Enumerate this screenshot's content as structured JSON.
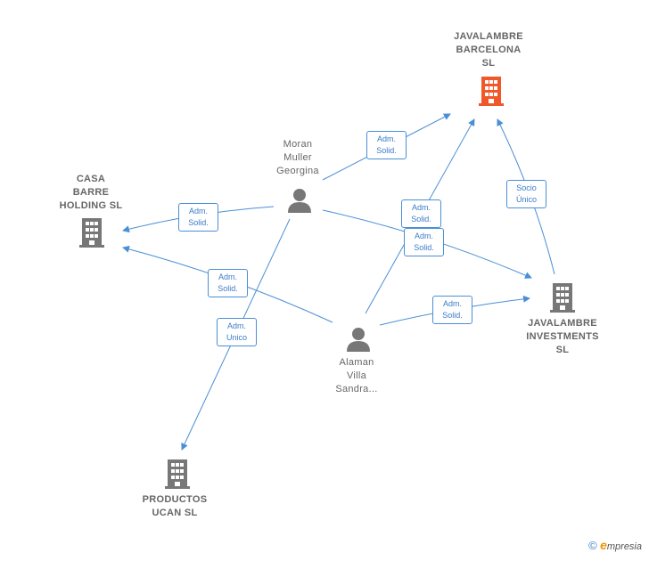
{
  "nodes": {
    "javalambre_barcelona": {
      "lines": [
        "JAVALAMBRE",
        "BARCELONA",
        "SL"
      ],
      "type": "company",
      "highlight": true
    },
    "casa_barre": {
      "lines": [
        "CASA",
        "BARRE",
        "HOLDING  SL"
      ],
      "type": "company"
    },
    "javalambre_investments": {
      "lines": [
        "JAVALAMBRE",
        "INVESTMENTS",
        "SL"
      ],
      "type": "company"
    },
    "productos_ucan": {
      "lines": [
        "PRODUCTOS",
        "UCAN  SL"
      ],
      "type": "company"
    },
    "moran_muller": {
      "lines": [
        "Moran",
        "Muller",
        "Georgina"
      ],
      "type": "person"
    },
    "alaman_villa": {
      "lines": [
        "Alaman",
        "Villa",
        "Sandra..."
      ],
      "type": "person"
    }
  },
  "edges": [
    {
      "id": "moran-barcelona",
      "lines": [
        "Adm.",
        "Solid."
      ]
    },
    {
      "id": "moran-casa",
      "lines": [
        "Adm.",
        "Solid."
      ]
    },
    {
      "id": "alaman-barcelona",
      "lines": [
        "Adm.",
        "Solid."
      ]
    },
    {
      "id": "moran-investments",
      "lines": [
        "Adm.",
        "Solid."
      ]
    },
    {
      "id": "alaman-casa",
      "lines": [
        "Adm.",
        "Solid."
      ]
    },
    {
      "id": "moran-productos",
      "lines": [
        "Adm.",
        "Unico"
      ]
    },
    {
      "id": "alaman-investments",
      "lines": [
        "Adm.",
        "Solid."
      ]
    },
    {
      "id": "investments-barcelona",
      "lines": [
        "Socio",
        "Único"
      ]
    }
  ],
  "colors": {
    "edge": "#4a8fd6",
    "company_icon": "#777777",
    "highlight_icon": "#f0582a",
    "person_icon": "#777777"
  },
  "footer": {
    "copyright": "©",
    "brand_initial": "e",
    "brand_rest": "mpresia"
  }
}
